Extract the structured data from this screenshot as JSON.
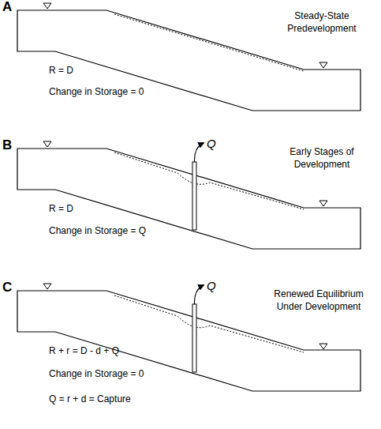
{
  "diagram": {
    "labels": [
      "A",
      "Steady-State Predevelopment",
      "R = D",
      "Change in Storage = 0",
      "B",
      "Early Stages of Development",
      "Q",
      "R = D",
      "Change in Storage = Q",
      "C",
      "Renewed Equilibrium Under Development",
      "Q",
      "R + r = D - d + Q",
      "Change in Storage = 0",
      "Q = r + d = Capture"
    ]
  }
}
